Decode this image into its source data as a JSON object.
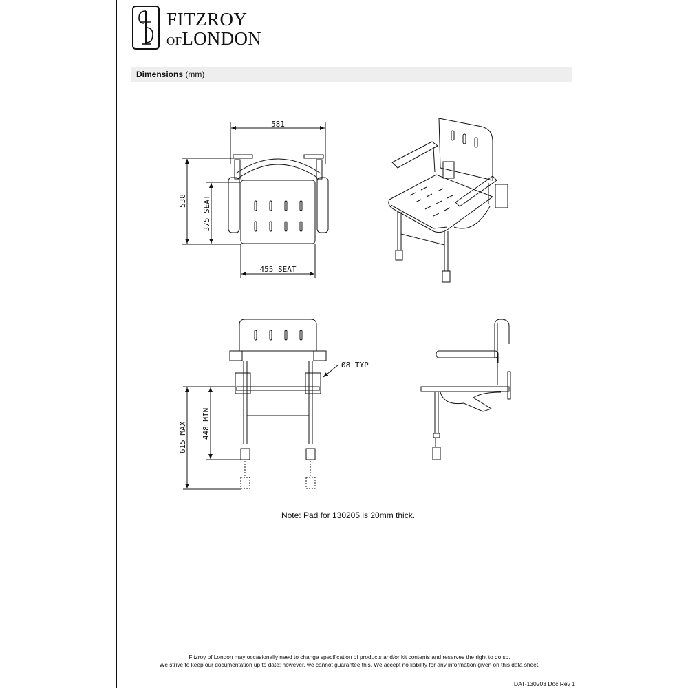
{
  "brand": {
    "line1": "FITZROY",
    "line2_prefix": "OF",
    "line2_main": "LONDON",
    "monogram": "FOL"
  },
  "section": {
    "title_bold": "Dimensions",
    "title_unit": "(mm)"
  },
  "dimensions": {
    "width_overall": "581",
    "depth_overall": "538",
    "seat_depth": "375 SEAT",
    "seat_width": "455 SEAT",
    "hole_diameter": "Ø8 TYP",
    "height_max": "615 MAX",
    "height_min": "448 MIN"
  },
  "note": "Note: Pad for 130205 is 20mm thick.",
  "disclaimer": {
    "line1": "Fitzroy of London may occasionally need to change specification of products and/or kit contents and reserves the right to do so.",
    "line2": "We strive to keep our documentation up to date; however, we cannot guarantee this. We accept no liability for any information given on this data sheet."
  },
  "doc_ref": "DAT-130203 Doc Rev 1"
}
